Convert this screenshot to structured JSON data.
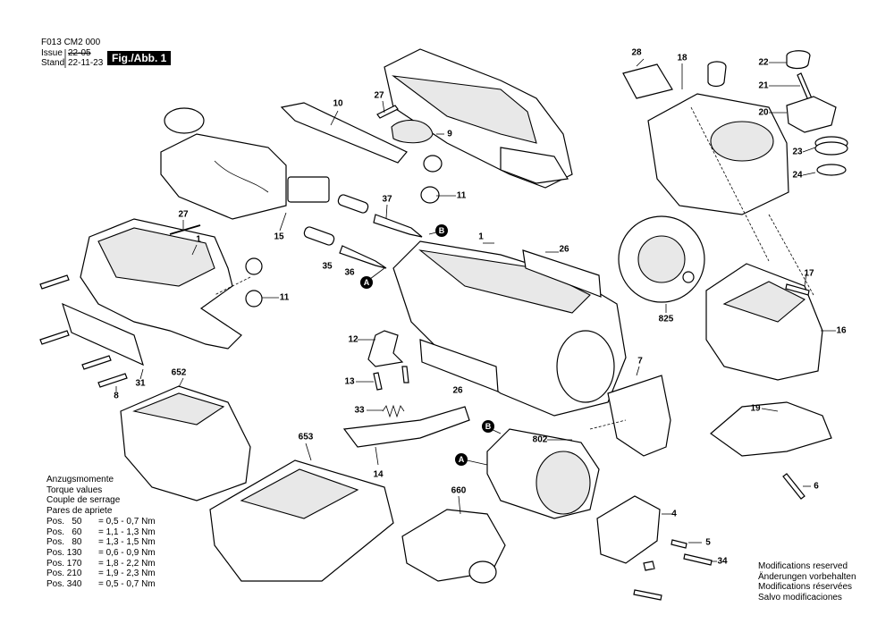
{
  "header": {
    "doc_code": "F013 CM2 000",
    "issue_label": "Issue",
    "issue_value": "22-05",
    "stand_label": "Stand",
    "stand_value": "22-11-23",
    "fig_label": "Fig./Abb. 1"
  },
  "torque": {
    "lines": [
      "Anzugsmomente",
      "Torque values",
      "Couple de serrage",
      "Pares de apriete"
    ],
    "rows": [
      {
        "pos": "Pos.   50",
        "val": "= 0,5 - 0,7 Nm"
      },
      {
        "pos": "Pos.   60",
        "val": "= 1,1 - 1,3 Nm"
      },
      {
        "pos": "Pos.   80",
        "val": "= 1,3 - 1,5 Nm"
      },
      {
        "pos": "Pos. 130",
        "val": "= 0,6 - 0,9 Nm"
      },
      {
        "pos": "Pos. 170",
        "val": "= 1,8 - 2,2 Nm"
      },
      {
        "pos": "Pos. 210",
        "val": "= 1,9 - 2,3 Nm"
      },
      {
        "pos": "Pos. 340",
        "val": "= 0,5 - 0,7 Nm"
      }
    ]
  },
  "modifications": [
    "Modifications reserved",
    "Änderungen vorbehalten",
    "Modifications réservées",
    "Salvo modificaciones"
  ],
  "badges": {
    "a": "A",
    "b": "B"
  },
  "parts": {
    "p10": "10",
    "p27a": "27",
    "p9": "9",
    "p11a": "11",
    "p37": "37",
    "p15": "15",
    "p27b": "27",
    "p1a": "1",
    "p1b": "1",
    "p26a": "26",
    "p35": "35",
    "p36": "36",
    "p11b": "11",
    "p31": "31",
    "p8": "8",
    "p652": "652",
    "p12": "12",
    "p13": "13",
    "p26b": "26",
    "p33": "33",
    "p653": "653",
    "p14": "14",
    "p660": "660",
    "p802": "802",
    "p7": "7",
    "p4": "4",
    "p5": "5",
    "p34": "34",
    "p28": "28",
    "p18": "18",
    "p22": "22",
    "p21": "21",
    "p20": "20",
    "p23": "23",
    "p24": "24",
    "p825": "825",
    "p17": "17",
    "p16": "16",
    "p19": "19",
    "p6": "6"
  }
}
